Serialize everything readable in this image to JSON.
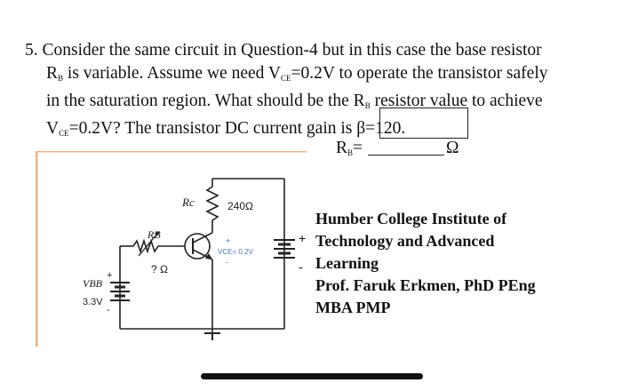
{
  "question": {
    "number": "5.",
    "line1": "Consider the same circuit in Question-4 but in this case the base resistor",
    "line2_a": "R",
    "line2_a_sub": "B",
    "line2_b": " is variable. Assume we need V",
    "line2_b_sub": "CE",
    "line2_c": "=0.2V to operate the transistor safely",
    "line3_a": "in the saturation region. What should be the R",
    "line3_a_sub": "B",
    "line3_b": " resistor value to achieve",
    "line4_a": "V",
    "line4_a_sub": "CE",
    "line4_b": "=0.2V? The transistor DC current gain is β=120."
  },
  "answer": {
    "label": "R",
    "label_sub": "B",
    "equals": "=",
    "unit": "Ω"
  },
  "circuit": {
    "rc_label": "Rc",
    "rc_value": "240Ω",
    "rb_label": "RB",
    "rb_value": "? Ω",
    "vce_label": "VCE= 0.2V",
    "vbb_label": "VBB",
    "vbb_value": "3.3V",
    "plus": "+",
    "minus": "-"
  },
  "credits": {
    "line1": "Humber College Institute of",
    "line2": "Technology and Advanced",
    "line3": "Learning",
    "line4": "Prof. Faruk Erkmen, PhD PEng",
    "line5": "MBA PMP"
  }
}
